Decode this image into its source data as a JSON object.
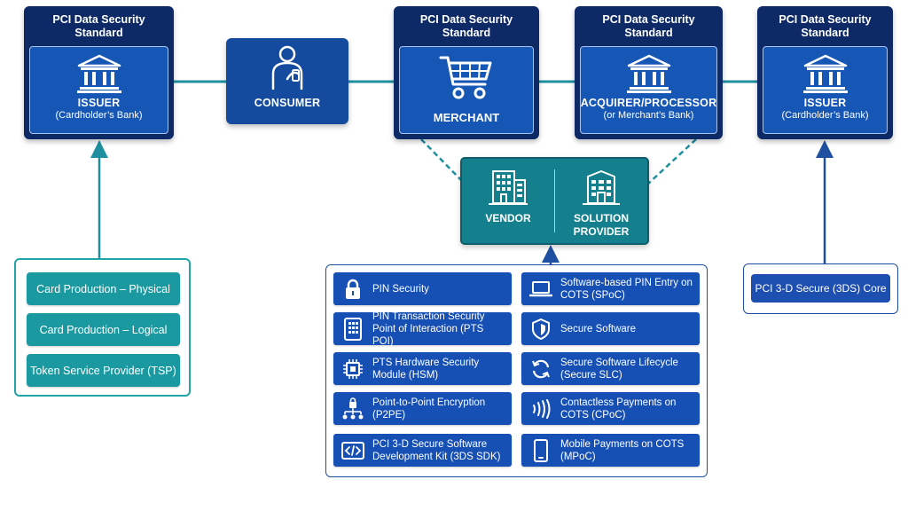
{
  "issuer_left": {
    "header": "PCI Data Security Standard",
    "name": "ISSUER",
    "sub": "(Cardholder’s Bank)"
  },
  "consumer": {
    "name": "CONSUMER"
  },
  "merchant": {
    "header": "PCI Data Security Standard",
    "name": "MERCHANT"
  },
  "acquirer": {
    "header": "PCI Data Security Standard",
    "name": "ACQUIRER/PROCESSOR",
    "sub": "(or Merchant’s Bank)"
  },
  "issuer_right": {
    "header": "PCI Data Security Standard",
    "name": "ISSUER",
    "sub": "(Cardholder’s Bank)"
  },
  "vendor": {
    "vendor_label": "VENDOR",
    "solution_label": "SOLUTION PROVIDER"
  },
  "left_group": [
    "Card Production – Physical",
    "Card Production – Logical",
    "Token Service Provider (TSP)"
  ],
  "right_group": [
    "PCI 3-D Secure (3DS) Core"
  ],
  "standards": [
    {
      "label": "PIN Security",
      "icon": "lock-icon"
    },
    {
      "label": "Software-based PIN Entry on COTS (SPoC)",
      "icon": "laptop-icon"
    },
    {
      "label": "PIN Transaction Security Point of Interaction (PTS POI)",
      "icon": "keypad-icon"
    },
    {
      "label": "Secure Software",
      "icon": "shield-icon"
    },
    {
      "label": "PTS Hardware Security Module (HSM)",
      "icon": "chip-icon"
    },
    {
      "label": "Secure Software Lifecycle (Secure SLC)",
      "icon": "cycle-icon"
    },
    {
      "label": "Point-to-Point Encryption (P2PE)",
      "icon": "network-lock-icon"
    },
    {
      "label": "Contactless Payments on COTS (CPoC)",
      "icon": "contactless-icon"
    },
    {
      "label": "PCI 3-D Secure Software Development Kit (3DS SDK)",
      "icon": "code-icon"
    },
    {
      "label": "Mobile Payments on COTS (MPoC)",
      "icon": "mobile-icon"
    }
  ]
}
